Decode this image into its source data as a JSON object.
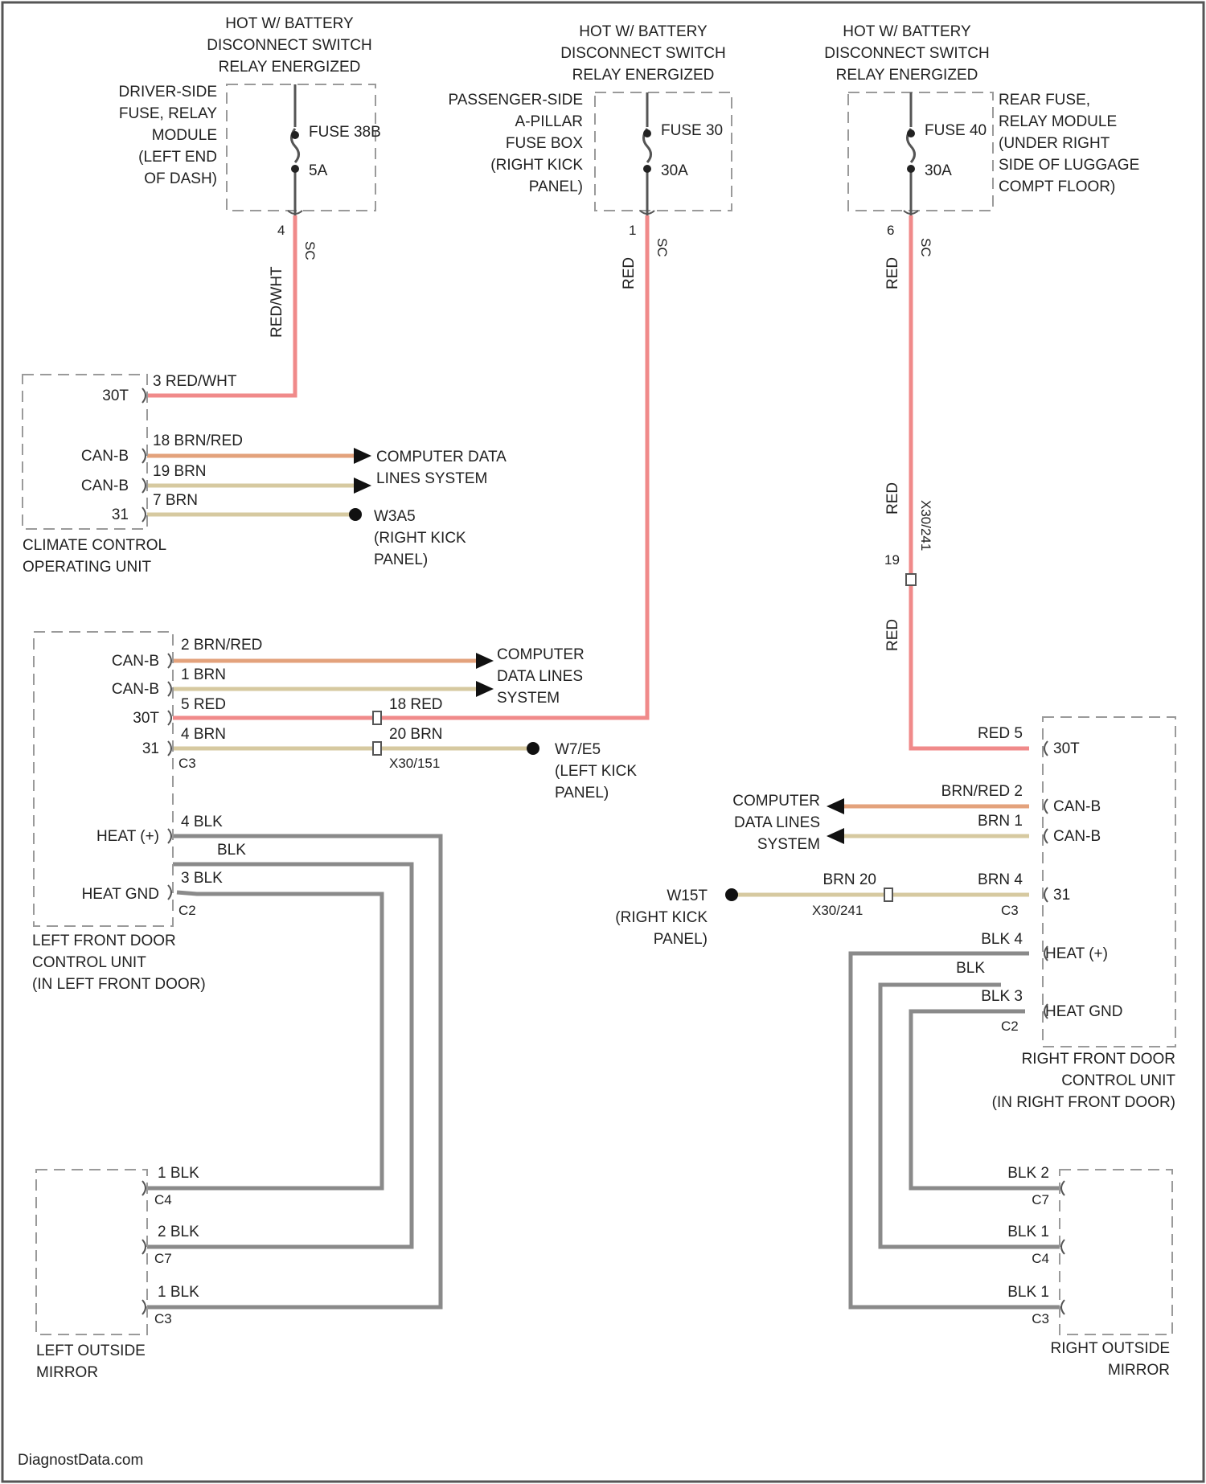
{
  "colors": {
    "red": "#f08a8a",
    "brn": "#d6c9a0",
    "brn_red": "#e3a27c",
    "blk": "#8a8a8a",
    "text": "#222222",
    "box": "#9a9a9a"
  },
  "fuse_sources": {
    "hot_label_1": "HOT W/ BATTERY",
    "hot_label_2": "DISCONNECT SWITCH",
    "hot_label_3": "RELAY ENERGIZED",
    "driver": {
      "location": [
        "DRIVER-SIDE",
        "FUSE, RELAY",
        "MODULE",
        "(LEFT END",
        "OF DASH)"
      ],
      "fuse": "FUSE 38B",
      "rating": "5A",
      "pin": "4",
      "connector": "SC",
      "wire": "RED/WHT"
    },
    "passenger": {
      "location": [
        "PASSENGER-SIDE",
        "A-PILLAR",
        "FUSE BOX",
        "(RIGHT KICK",
        "PANEL)"
      ],
      "fuse": "FUSE 30",
      "rating": "30A",
      "pin": "1",
      "connector": "SC",
      "wire": "RED"
    },
    "rear": {
      "location": [
        "REAR FUSE,",
        "RELAY MODULE",
        "(UNDER RIGHT",
        "SIDE OF LUGGAGE",
        "COMPT FLOOR)"
      ],
      "fuse": "FUSE 40",
      "rating": "30A",
      "pin": "6",
      "connector": "SC",
      "wire": "RED"
    }
  },
  "climate": {
    "name": [
      "CLIMATE CONTROL",
      "OPERATING UNIT"
    ],
    "pin_30t": "30T",
    "pin_can_h": "CAN-B",
    "pin_can_l": "CAN-B",
    "pin_31": "31",
    "wire_30t": "3  RED/WHT",
    "wire_can_h": "18  BRN/RED",
    "wire_can_l": "19  BRN",
    "wire_31": "7  BRN",
    "data_lines": [
      "COMPUTER DATA",
      "LINES SYSTEM"
    ],
    "ground": [
      "W3A5",
      "(RIGHT KICK",
      "PANEL)"
    ]
  },
  "left_door": {
    "name": [
      "LEFT FRONT DOOR",
      "CONTROL UNIT",
      "(IN LEFT FRONT DOOR)"
    ],
    "pin_can_h": "CAN-B",
    "pin_can_l": "CAN-B",
    "pin_30t": "30T",
    "pin_31": "31",
    "wire_can_h": "2  BRN/RED",
    "wire_can_l": "1  BRN",
    "wire_30t": "5  RED",
    "wire_31": "4  BRN",
    "conn_c3": "C3",
    "splice_30t": "18  RED",
    "splice_31": "20  BRN",
    "splice_id": "X30/151",
    "data_lines": [
      "COMPUTER",
      "DATA LINES",
      "SYSTEM"
    ],
    "ground": [
      "W7/E5",
      "(LEFT KICK",
      "PANEL)"
    ],
    "heat_plus": "HEAT (+)",
    "heat_gnd": "HEAT GND",
    "wire_heat_plus": "4  BLK",
    "wire_heat_mid": "BLK",
    "wire_heat_gnd": "3  BLK",
    "conn_c2": "C2"
  },
  "right_door": {
    "name": [
      "RIGHT FRONT DOOR",
      "CONTROL UNIT",
      "(IN RIGHT FRONT DOOR)"
    ],
    "pin_30t": "30T",
    "pin_can_h": "CAN-B",
    "pin_can_l": "CAN-B",
    "pin_31": "31",
    "wire_30t": "RED  5",
    "wire_can_h": "BRN/RED  2",
    "wire_can_l": "BRN  1",
    "wire_31_left": "BRN  20",
    "wire_31_right": "BRN  4",
    "conn_c3": "C3",
    "splice_id": "X30/241",
    "data_lines": [
      "COMPUTER",
      "DATA LINES",
      "SYSTEM"
    ],
    "ground": [
      "W15T",
      "(RIGHT KICK",
      "PANEL)"
    ],
    "riser_wire_top": "RED",
    "riser_wire_bottom": "RED",
    "riser_pin": "19",
    "riser_splice": "X30/241",
    "heat_plus": "HEAT (+)",
    "heat_gnd": "HEAT GND",
    "wire_heat_plus": "BLK  4",
    "wire_heat_mid": "BLK",
    "wire_heat_gnd": "BLK  3",
    "conn_c2": "C2"
  },
  "left_mirror": {
    "name": [
      "LEFT OUTSIDE",
      "MIRROR"
    ],
    "w1": "1  BLK",
    "c1": "C4",
    "w2": "2  BLK",
    "c2": "C7",
    "w3": "1  BLK",
    "c3": "C3"
  },
  "right_mirror": {
    "name": [
      "RIGHT OUTSIDE",
      "MIRROR"
    ],
    "w1": "BLK  2",
    "c1": "C7",
    "w2": "BLK  1",
    "c2": "C4",
    "w3": "BLK  1",
    "c3": "C3"
  },
  "watermark": "DiagnostData.com"
}
